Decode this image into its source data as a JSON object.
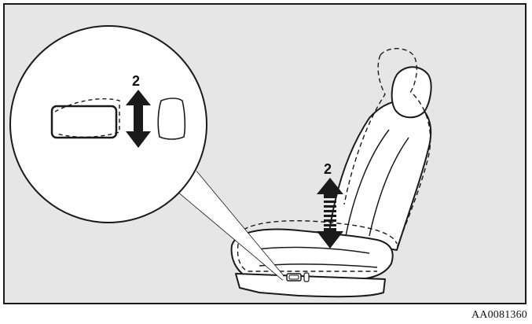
{
  "figure": {
    "inset_label": "2",
    "seat_label": "2",
    "code": "AA0081360",
    "colors": {
      "background": "#e6e6e6",
      "circle": "#ffffff",
      "ink": "#1a1a1a"
    }
  }
}
